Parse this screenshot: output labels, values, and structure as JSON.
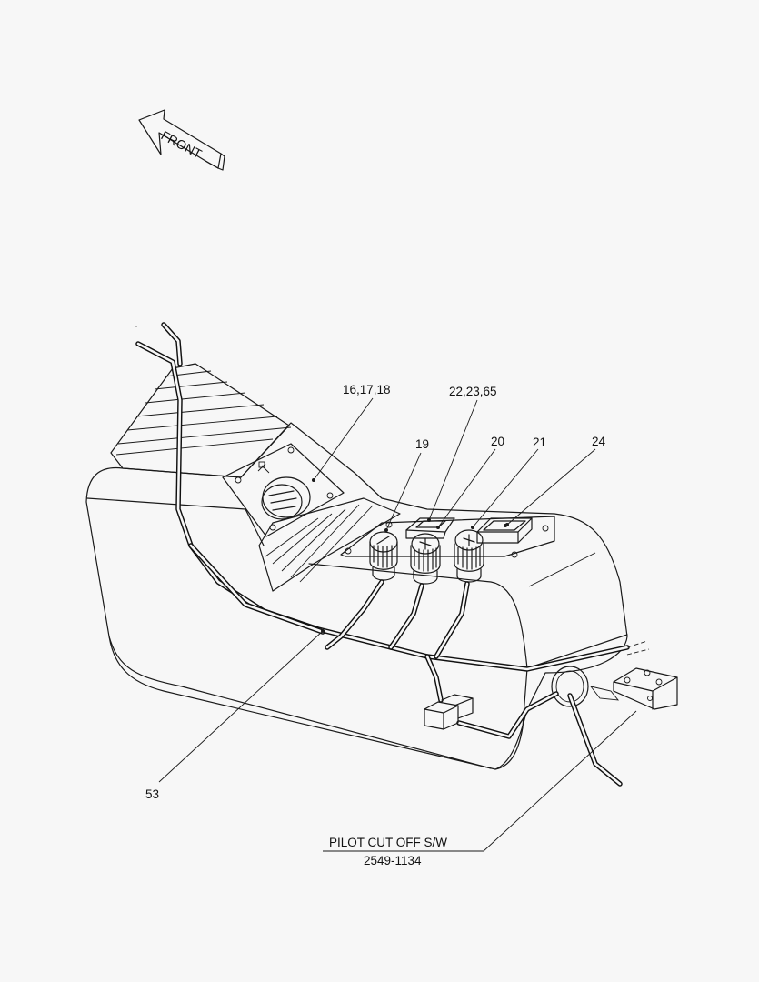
{
  "front_arrow_label": "FRONT",
  "callouts": {
    "c_16_17_18": "16,17,18",
    "c_22_23_65": "22,23,65",
    "c_19": "19",
    "c_20": "20",
    "c_21": "21",
    "c_24": "24",
    "c_53": "53"
  },
  "caption": {
    "name": "PILOT CUT OFF S/W",
    "part_number": "2549-1134"
  }
}
